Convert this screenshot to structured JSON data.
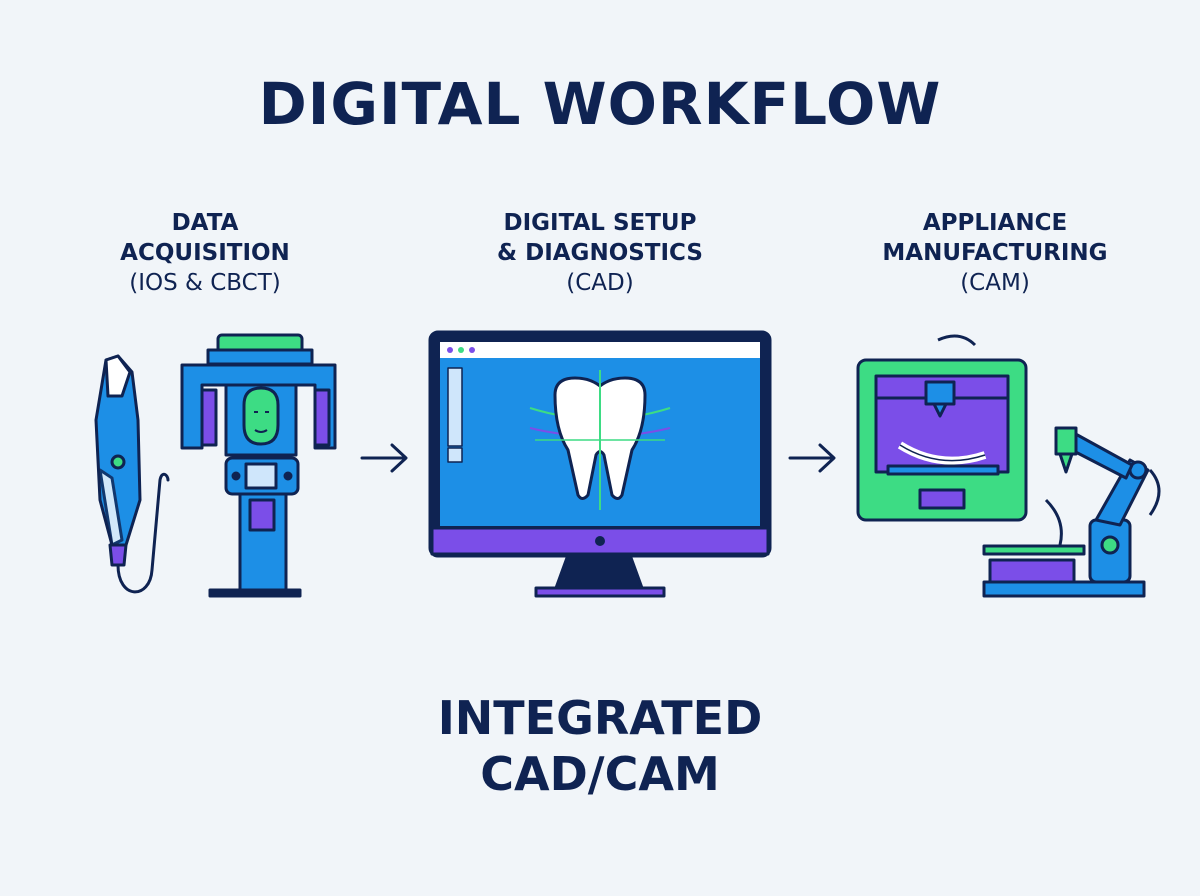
{
  "title": "DIGITAL WORKFLOW",
  "steps": [
    {
      "line1": "DATA",
      "line2": "ACQUISITION",
      "sub": "(IOS & CBCT)",
      "icon": "intraoral-scanner-and-cbct-icon"
    },
    {
      "line1": "DIGITAL SETUP",
      "line2": "& DIAGNOSTICS",
      "sub": "(CAD)",
      "icon": "monitor-tooth-icon"
    },
    {
      "line1": "APPLIANCE",
      "line2": "MANUFACTURING",
      "sub": "(CAM)",
      "icon": "3d-printer-robot-arm-icon"
    }
  ],
  "footer": {
    "line1": "INTEGRATED",
    "line2": "CAD/CAM"
  },
  "colors": {
    "navy": "#0f2352",
    "blue": "#1d8fe6",
    "green": "#3ddc84",
    "purple": "#7b4ee8",
    "background": "#f1f5f9"
  }
}
